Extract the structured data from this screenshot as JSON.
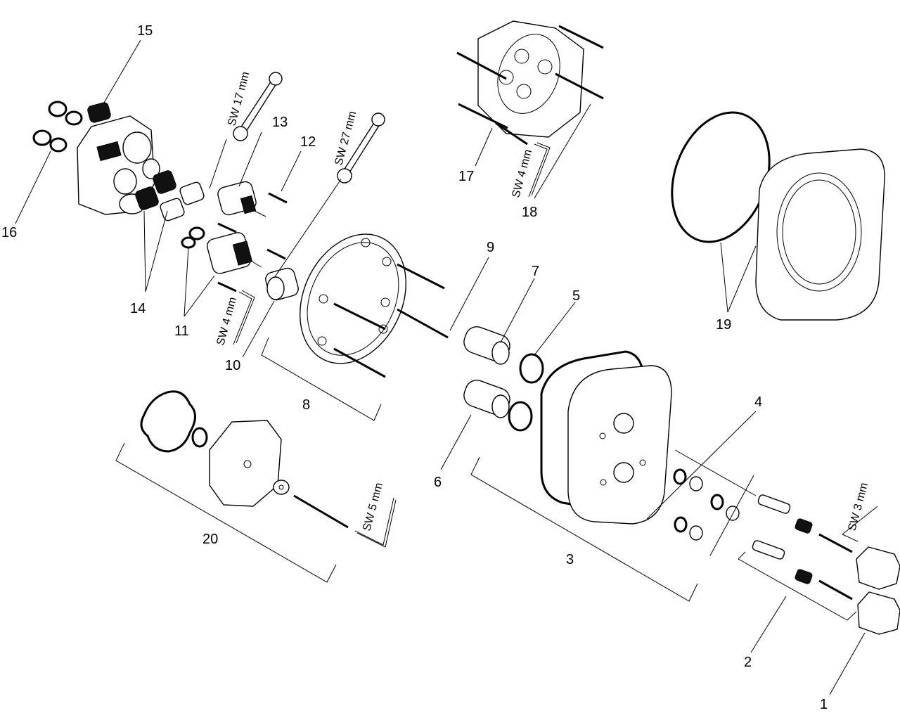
{
  "labels": {
    "p1": "1",
    "p2": "2",
    "p3": "3",
    "p4": "4",
    "p5": "5",
    "p6": "6",
    "p7": "7",
    "p8": "8",
    "p9": "9",
    "p10": "10",
    "p11": "11",
    "p12": "12",
    "p13": "13",
    "p14": "14",
    "p15": "15",
    "p16": "16",
    "p17": "17",
    "p18": "18",
    "p19": "19",
    "p20": "20"
  },
  "tools": {
    "sw17": "SW 17 mm",
    "sw27": "SW 27 mm",
    "sw4a": "SW 4 mm",
    "sw4b": "SW 4 mm",
    "sw5": "SW 5 mm",
    "sw3": "SW 3 mm"
  }
}
